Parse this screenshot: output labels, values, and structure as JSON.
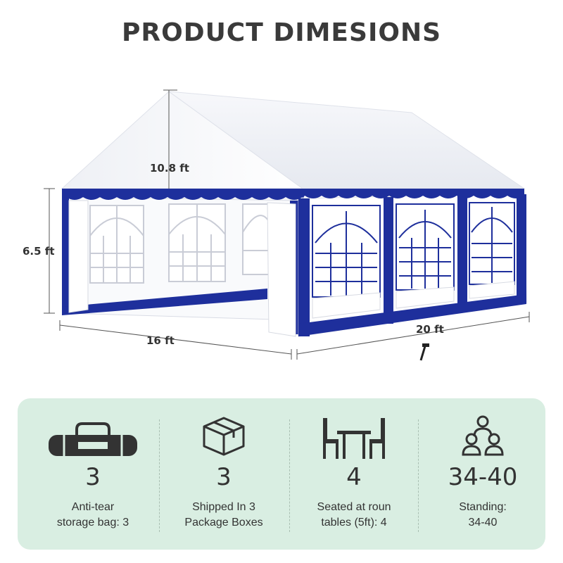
{
  "title": "PRODUCT DIMESIONS",
  "dimensions": {
    "height_peak": "10.8 ft",
    "height_side": "6.5 ft",
    "depth": "16 ft",
    "width": "20 ft"
  },
  "features": [
    {
      "icon": "storage-bag-icon",
      "value": "3",
      "desc_line1": "Anti-tear",
      "desc_line2": "storage bag: 3"
    },
    {
      "icon": "package-box-icon",
      "value": "3",
      "desc_line1": "Shipped In 3",
      "desc_line2": "Package Boxes"
    },
    {
      "icon": "table-chairs-icon",
      "value": "4",
      "desc_line1": "Seated at roun",
      "desc_line2": "tables (5ft): 4"
    },
    {
      "icon": "people-group-icon",
      "value": "34-40",
      "desc_line1": "Standing:",
      "desc_line2": "34-40"
    }
  ],
  "colors": {
    "panel_bg": "#d9eee2",
    "tent_blue": "#1e2f9c",
    "tent_white": "#ffffff",
    "text_dark": "#333333"
  }
}
